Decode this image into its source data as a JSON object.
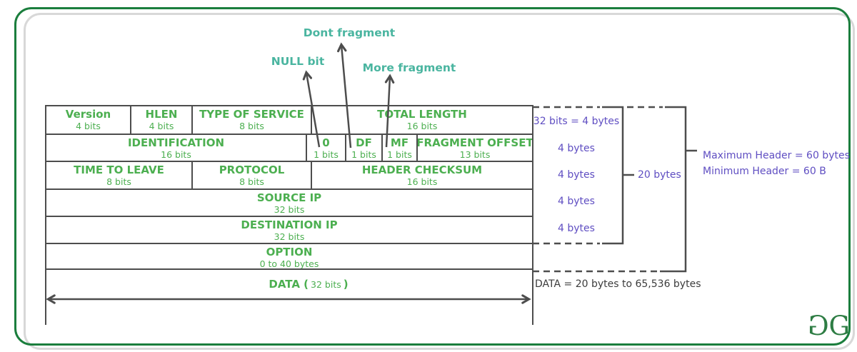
{
  "annotations": {
    "dont_fragment": "Dont fragment",
    "null_bit": "NULL bit",
    "more_fragment": "More fragment"
  },
  "table": {
    "rows": [
      {
        "cells": [
          {
            "label": "Version",
            "sub": "4 bits"
          },
          {
            "label": "HLEN",
            "sub": "4 bits"
          },
          {
            "label": "TYPE OF SERVICE",
            "sub": "8 bits"
          },
          {
            "label": "TOTAL LENGTH",
            "sub": "16 bits"
          }
        ]
      },
      {
        "cells": [
          {
            "label": "IDENTIFICATION",
            "sub": "16 bits"
          },
          {
            "label": "0",
            "sub": "1 bits"
          },
          {
            "label": "DF",
            "sub": "1 bits"
          },
          {
            "label": "MF",
            "sub": "1 bits"
          },
          {
            "label": "FRAGMENT OFFSET",
            "sub": "13 bits"
          }
        ]
      },
      {
        "cells": [
          {
            "label": "TIME TO LEAVE",
            "sub": "8 bits"
          },
          {
            "label": "PROTOCOL",
            "sub": "8 bits"
          },
          {
            "label": "HEADER CHECKSUM",
            "sub": "16 bits"
          }
        ]
      },
      {
        "cells": [
          {
            "label": "SOURCE IP",
            "sub": "32 bits"
          }
        ]
      },
      {
        "cells": [
          {
            "label": "DESTINATION IP",
            "sub": "32 bits"
          }
        ]
      },
      {
        "cells": [
          {
            "label": "OPTION",
            "sub": "0 to 40 bytes"
          }
        ]
      },
      {
        "cells": [
          {
            "label": "DATA (",
            "sub": "32 bits",
            "suffix": ")"
          }
        ]
      }
    ]
  },
  "side_labels": {
    "row_bytes": [
      "32 bits = 4 bytes",
      "4 bytes",
      "4 bytes",
      "4 bytes",
      "4 bytes"
    ],
    "total_bytes": "20 bytes",
    "max_header": "Maximum Header = 60 bytes",
    "min_header": "Minimum Header = 60 B",
    "data_range": "DATA = 20 bytes to 65,536 bytes"
  },
  "logo": {
    "first_g": "G",
    "second_g": "G"
  },
  "colors": {
    "table_green": "#4caf50",
    "teal_accent": "#4ab5a0",
    "purple_accent": "#5f4ec2",
    "line_gray": "#4d4d4d",
    "frame_green": "#1b7e3d"
  }
}
